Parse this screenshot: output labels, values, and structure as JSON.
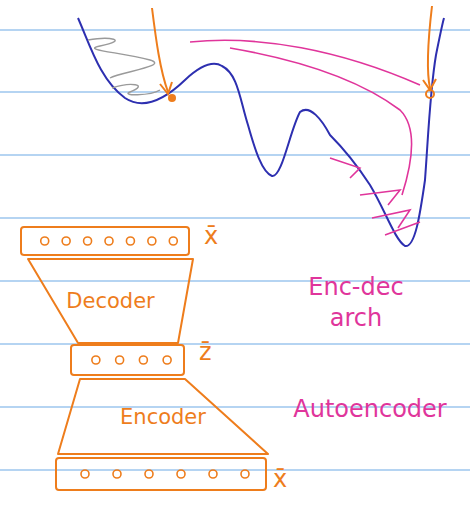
{
  "diagram": {
    "nodes": [
      {
        "text": [
          "x̄"
        ]
      },
      {
        "text": [
          "Decoder"
        ]
      },
      {
        "text": [
          "z̄"
        ]
      },
      {
        "text": [
          "Encoder"
        ]
      },
      {
        "text": [
          "x̄"
        ]
      }
    ],
    "labels": [
      "Enc-dec arch",
      "Autoencoder"
    ]
  }
}
